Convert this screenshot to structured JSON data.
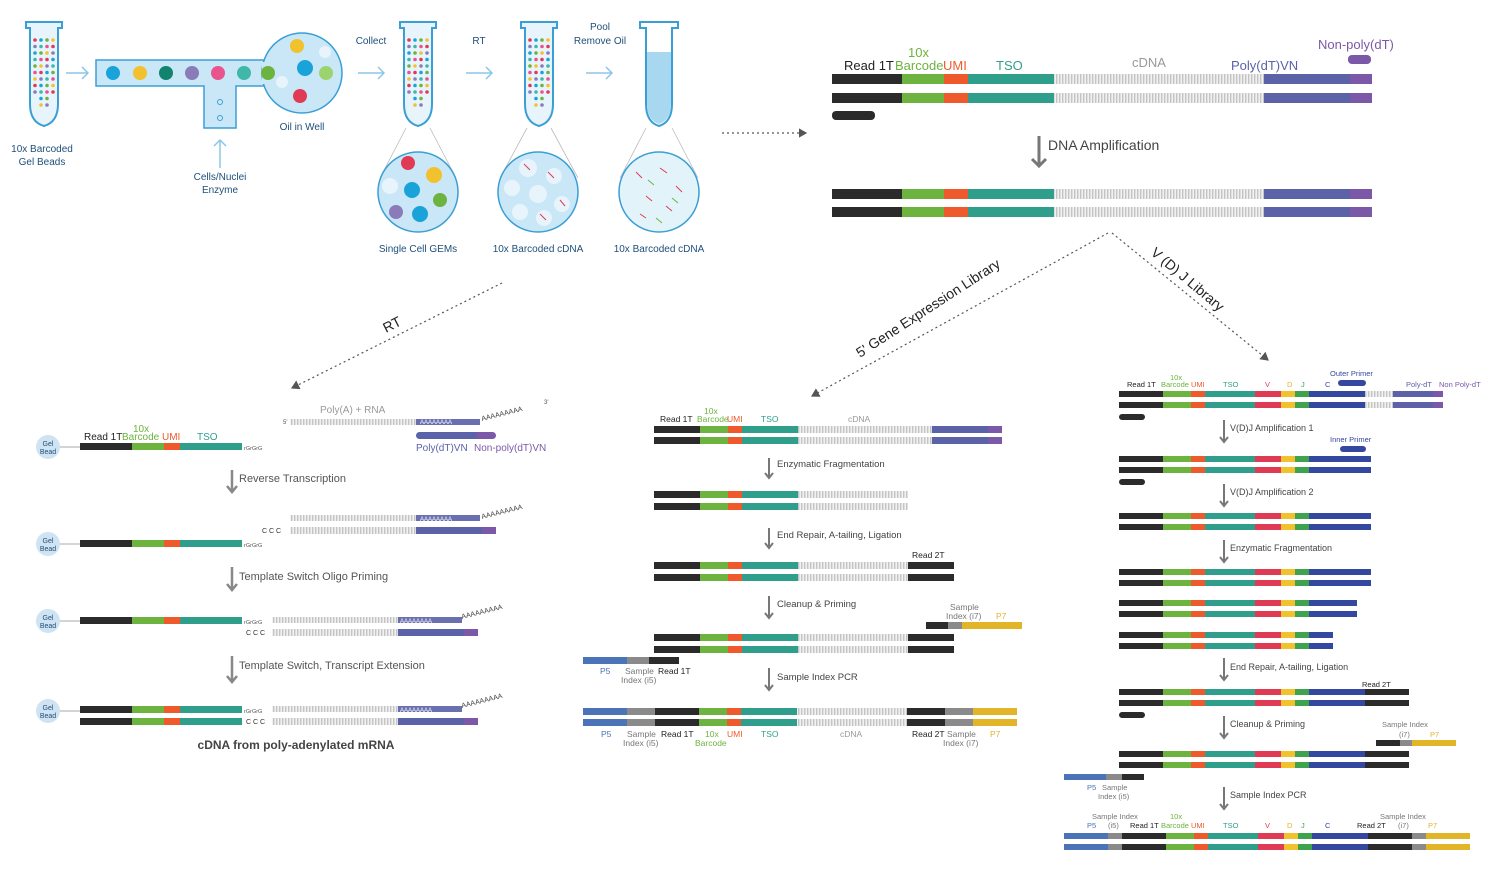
{
  "colors": {
    "black": "#2b2b2b",
    "green": "#6cb33f",
    "orange": "#ee5a2b",
    "teal": "#2f9f8c",
    "polydt": "#5b62a8",
    "nonpoly": "#7c58a8",
    "cdna": "#d7d7d7",
    "p5": "#4a73b8",
    "sample": "#8a8a8a",
    "p7": "#e2b428",
    "v": "#e03b55",
    "d": "#f2c12e",
    "j": "#3fa34d",
    "c": "#3548a0",
    "label_blue": "#1e4f7a",
    "arrow_light": "#8cc6e7",
    "tube_fill": "#c9e7f6"
  },
  "top_workflow": {
    "gel_beads_label": [
      "10x Barcoded",
      "Gel Beads"
    ],
    "cells_label": [
      "Cells/Nuclei",
      "Enzyme"
    ],
    "oil_label": "Oil in Well",
    "collect_label": "Collect",
    "rt_label": "RT",
    "pool_label": [
      "Pool",
      "Remove Oil"
    ],
    "gems_label": "Single Cell GEMs",
    "cdna_label_1": "10x Barcoded cDNA",
    "cdna_label_2": "10x Barcoded cDNA"
  },
  "top_right": {
    "read1t": "Read 1T",
    "tenx": "10x",
    "barcode": "Barcode",
    "umi": "UMI",
    "tso": "TSO",
    "cdna": "cDNA",
    "polydtvn": "Poly(dT)VN",
    "nonpolydt": "Non-poly(dT)",
    "amplification": "DNA Amplification"
  },
  "branches": {
    "rt": "RT",
    "gene_expression": "5' Gene Expression  Library",
    "vdj": "V  (D)  J Library"
  },
  "left_panel": {
    "gel_bead": [
      "Gel",
      "Bead"
    ],
    "read1t": "Read 1T",
    "tenx": "10x",
    "barcode": "Barcode",
    "umi": "UMI",
    "tso": "TSO",
    "rgrgrg": "rGrGrG",
    "polya_rna": "Poly(A) + RNA",
    "five_prime": "5'",
    "three_prime": "3'",
    "polyA": "AAAAAAAA",
    "tail": "AAAAAAAAA",
    "ccc": "C C C",
    "polydtvn": "Poly(dT)VN",
    "nonpoly": "Non-poly(dT)VN",
    "step1": "Reverse Transcription",
    "step2": "Template Switch Oligo Priming",
    "step3": "Template Switch, Transcript Extension",
    "caption": "cDNA from poly-adenylated mRNA"
  },
  "middle_panel": {
    "read1t": "Read 1T",
    "tenx": "10x",
    "barcode": "Barcode",
    "umi": "UMI",
    "tso": "TSO",
    "cdna": "cDNA",
    "step1": "Enzymatic Fragmentation",
    "step2": "End Repair, A-tailing, Ligation",
    "read2t": "Read 2T",
    "step3": "Cleanup & Priming",
    "sample": "Sample",
    "index_i7": "Index (i7)",
    "p7": "P7",
    "p5": "P5",
    "index_i5": "Index (i5)",
    "step4": "Sample Index PCR",
    "final_read2t": "Read 2T",
    "final_sample": "Sample",
    "final_index_i7": "Index (i7)"
  },
  "right_panel": {
    "read1t": "Read 1T",
    "tenx": "10x",
    "barcode": "Barcode",
    "umi": "UMI",
    "tso": "TSO",
    "v": "V",
    "d": "D",
    "j": "J",
    "c": "C",
    "outer_primer": "Outer Primer",
    "polydt": "Poly-dT",
    "nonpolydt": "Non Poly-dT",
    "step1": "V(D)J Amplification 1",
    "inner_primer": "Inner Primer",
    "step2": "V(D)J Amplification 2",
    "step3": "Enzymatic Fragmentation",
    "step4": "End Repair, A-tailing, Ligation",
    "read2t": "Read 2T",
    "step5": "Cleanup & Priming",
    "sample_index": "Sample Index",
    "i7": "(i7)",
    "p7": "P7",
    "p5": "P5",
    "sample": "Sample",
    "index_i5": "Index (i5)",
    "step6": "Sample Index PCR",
    "final_sample_index": "Sample Index",
    "final_i5": "(i5)",
    "final_read2t": "Read 2T",
    "final_sample_index_r": "Sample Index",
    "final_i7": "(i7)"
  }
}
